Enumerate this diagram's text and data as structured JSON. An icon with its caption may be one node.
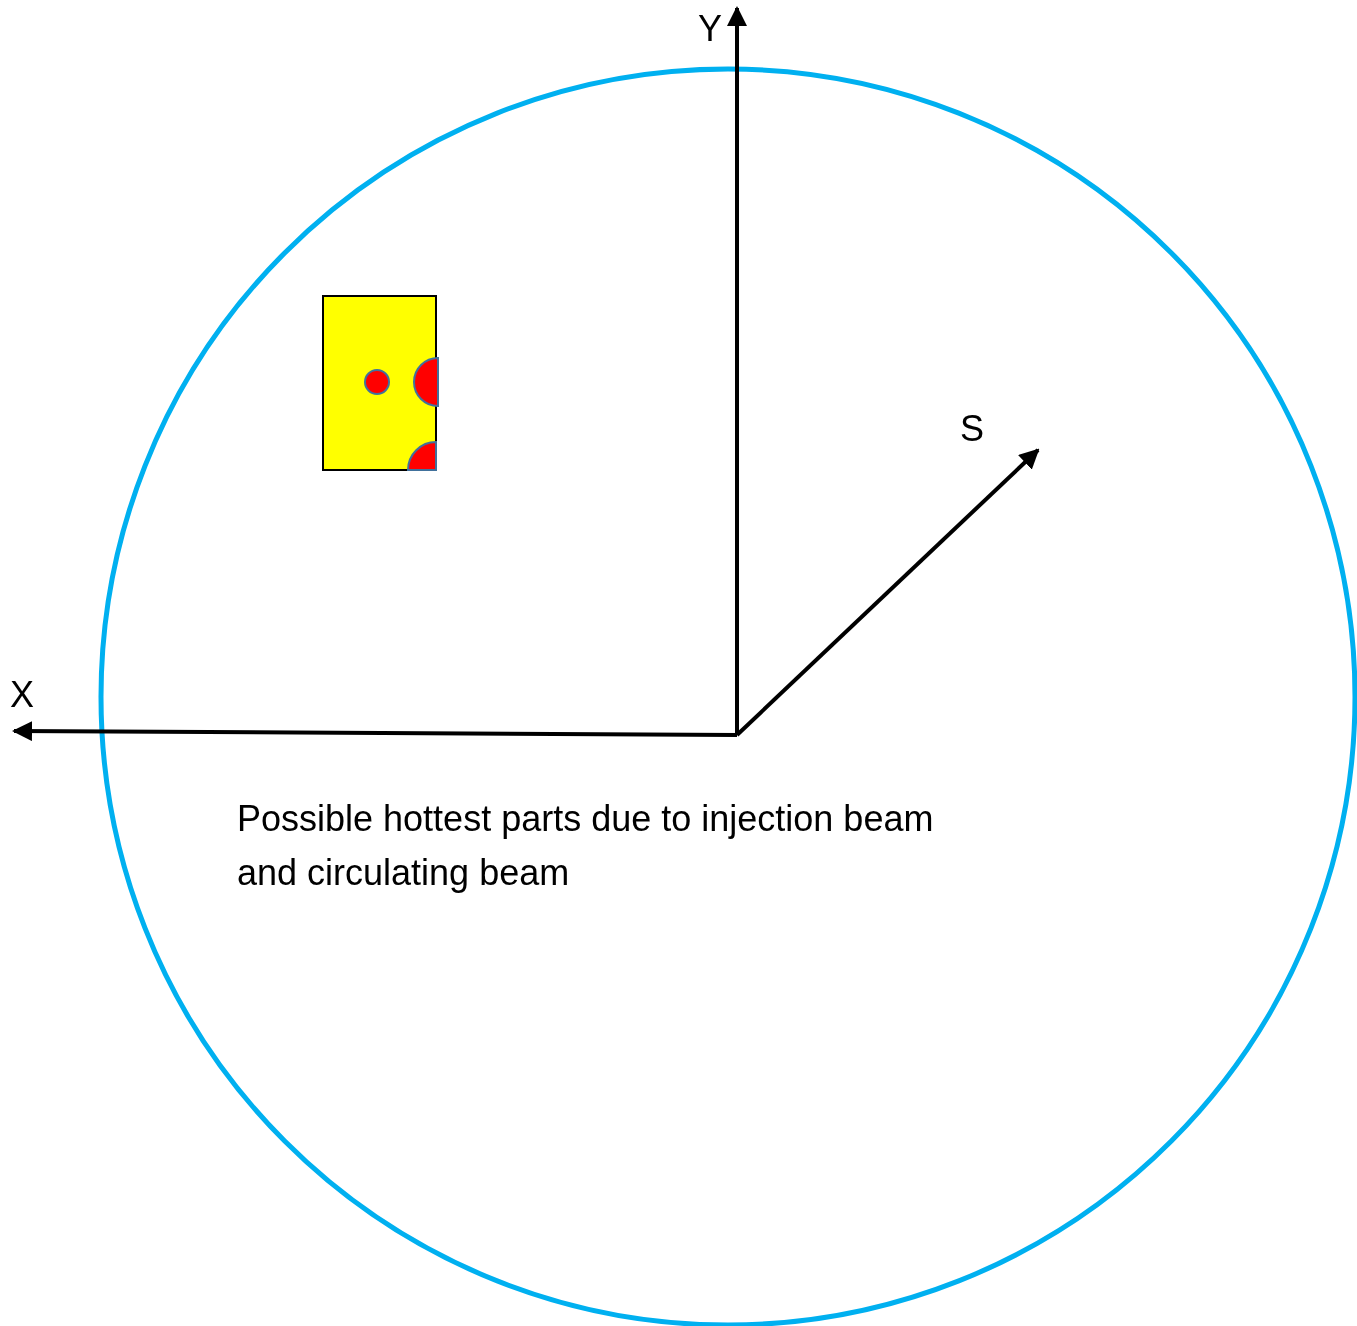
{
  "diagram": {
    "labels": [
      "Y",
      "S",
      "X",
      "Possible hottest parts due to injection beam and circulating beam"
    ]
  }
}
